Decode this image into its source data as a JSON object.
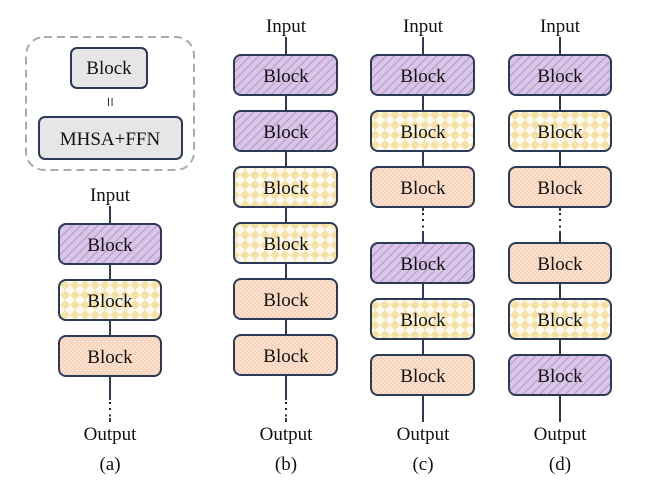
{
  "legend": {
    "block_label": "Block",
    "equals": "=",
    "expansion_label": "MHSA+FFN"
  },
  "block_types": {
    "purple": {
      "fill": "#d9c6e6",
      "stroke": "#b695cf"
    },
    "yellow": {
      "fill": "#fdf4d8",
      "stroke": "#f2d98e"
    },
    "orange": {
      "fill": "#fae0cd",
      "stroke": "#f0c4a3"
    }
  },
  "colors": {
    "border": "#2d3a55",
    "legend_block_fill": "#e6e6e6",
    "dashed_frame": "#aaaaaa"
  },
  "panels": [
    {
      "caption": "(a)",
      "input_label": "Input",
      "output_label": "Output",
      "ellipsis": "⋮",
      "items": [
        {
          "kind": "block",
          "type": "purple",
          "label": "Block"
        },
        {
          "kind": "block",
          "type": "yellow",
          "label": "Block"
        },
        {
          "kind": "block",
          "type": "orange",
          "label": "Block"
        },
        {
          "kind": "ellipsis"
        }
      ]
    },
    {
      "caption": "(b)",
      "input_label": "Input",
      "output_label": "Output",
      "ellipsis": "⋮",
      "items": [
        {
          "kind": "block",
          "type": "purple",
          "label": "Block"
        },
        {
          "kind": "block",
          "type": "purple",
          "label": "Block"
        },
        {
          "kind": "block",
          "type": "yellow",
          "label": "Block"
        },
        {
          "kind": "block",
          "type": "yellow",
          "label": "Block"
        },
        {
          "kind": "block",
          "type": "orange",
          "label": "Block"
        },
        {
          "kind": "block",
          "type": "orange",
          "label": "Block"
        },
        {
          "kind": "ellipsis"
        }
      ]
    },
    {
      "caption": "(c)",
      "input_label": "Input",
      "output_label": "Output",
      "ellipsis": "⋮",
      "items": [
        {
          "kind": "block",
          "type": "purple",
          "label": "Block"
        },
        {
          "kind": "block",
          "type": "yellow",
          "label": "Block"
        },
        {
          "kind": "block",
          "type": "orange",
          "label": "Block"
        },
        {
          "kind": "ellipsis"
        },
        {
          "kind": "block",
          "type": "purple",
          "label": "Block"
        },
        {
          "kind": "block",
          "type": "yellow",
          "label": "Block"
        },
        {
          "kind": "block",
          "type": "orange",
          "label": "Block"
        }
      ]
    },
    {
      "caption": "(d)",
      "input_label": "Input",
      "output_label": "Output",
      "ellipsis": "⋮",
      "items": [
        {
          "kind": "block",
          "type": "purple",
          "label": "Block"
        },
        {
          "kind": "block",
          "type": "yellow",
          "label": "Block"
        },
        {
          "kind": "block",
          "type": "orange",
          "label": "Block"
        },
        {
          "kind": "ellipsis"
        },
        {
          "kind": "block",
          "type": "orange",
          "label": "Block"
        },
        {
          "kind": "block",
          "type": "yellow",
          "label": "Block"
        },
        {
          "kind": "block",
          "type": "purple",
          "label": "Block"
        }
      ]
    }
  ]
}
